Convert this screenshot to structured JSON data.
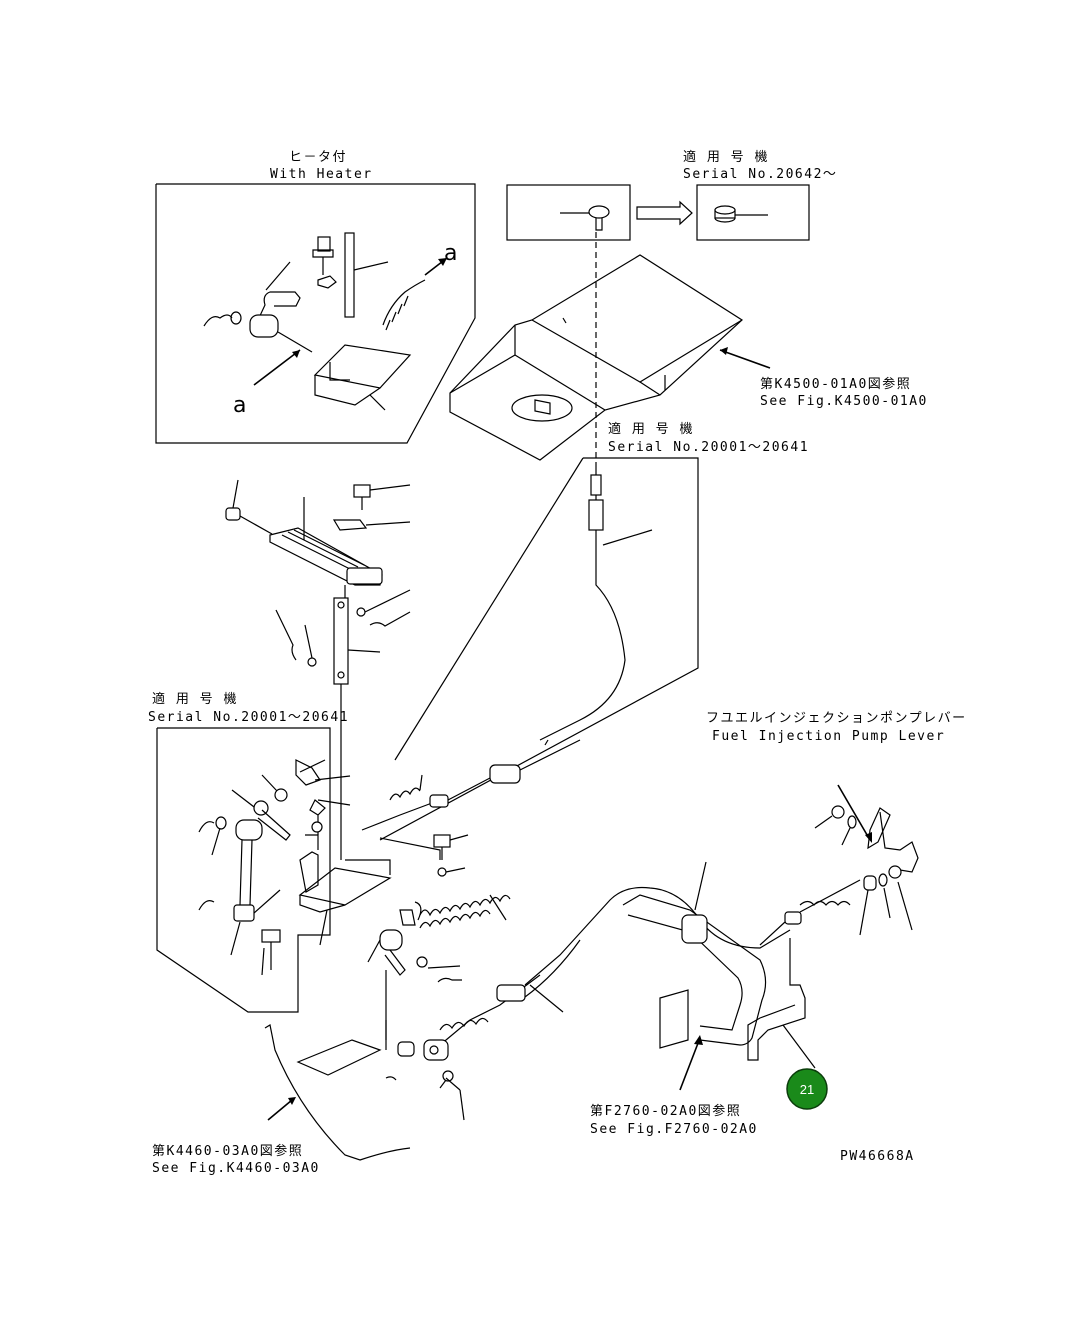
{
  "labels": {
    "heater_jp": "ヒ－タ付",
    "heater_en": "With Heater",
    "serial_top_jp": "適 用 号 機",
    "serial_top_en": "Serial No.20642～",
    "ref_k4500_jp": "第K4500-01A0図参照",
    "ref_k4500_en": "See Fig.K4500-01A0",
    "serial_mid_jp": "適 用 号 機",
    "serial_mid_en": "Serial No.20001～20641",
    "serial_left_jp": "適 用 号 機",
    "serial_left_en": "Serial No.20001～20641",
    "fuel_jp": "フユエルインジェクションポンプレバー",
    "fuel_en": "Fuel Injection Pump Lever",
    "ref_f2760_jp": "第F2760-02A0図参照",
    "ref_f2760_en": "See Fig.F2760-02A0",
    "ref_k4460_jp": "第K4460-03A0図参照",
    "ref_k4460_en": "See Fig.K4460-03A0",
    "drawing_no": "PW46668A",
    "arrow_a1": "a",
    "arrow_a2": "a"
  },
  "callouts": [
    {
      "number": "21",
      "color": "#1a8a1a"
    }
  ]
}
